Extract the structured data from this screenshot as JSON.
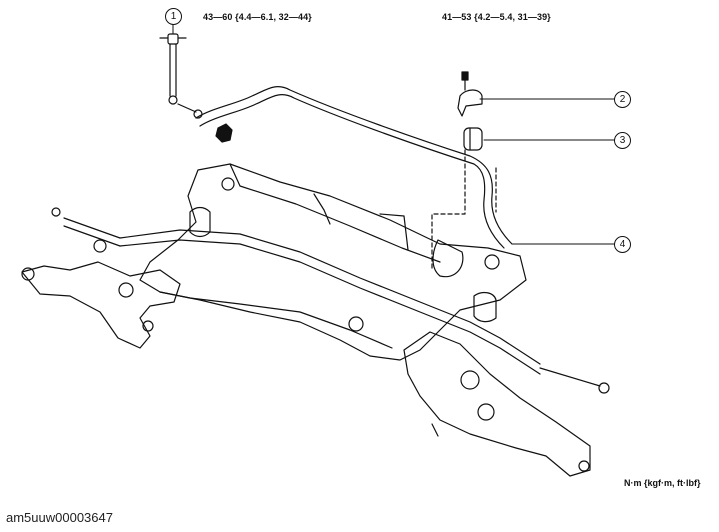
{
  "diagram": {
    "torque_specs": [
      "43—60 {4.4—6.1, 32—44}",
      "41—53 {4.2—5.4, 31—39}"
    ],
    "callouts": [
      "1",
      "2",
      "3",
      "4"
    ],
    "unit_note": "N·m {kgf·m, ft·lbf}",
    "doc_id": "am5uuw00003647"
  }
}
